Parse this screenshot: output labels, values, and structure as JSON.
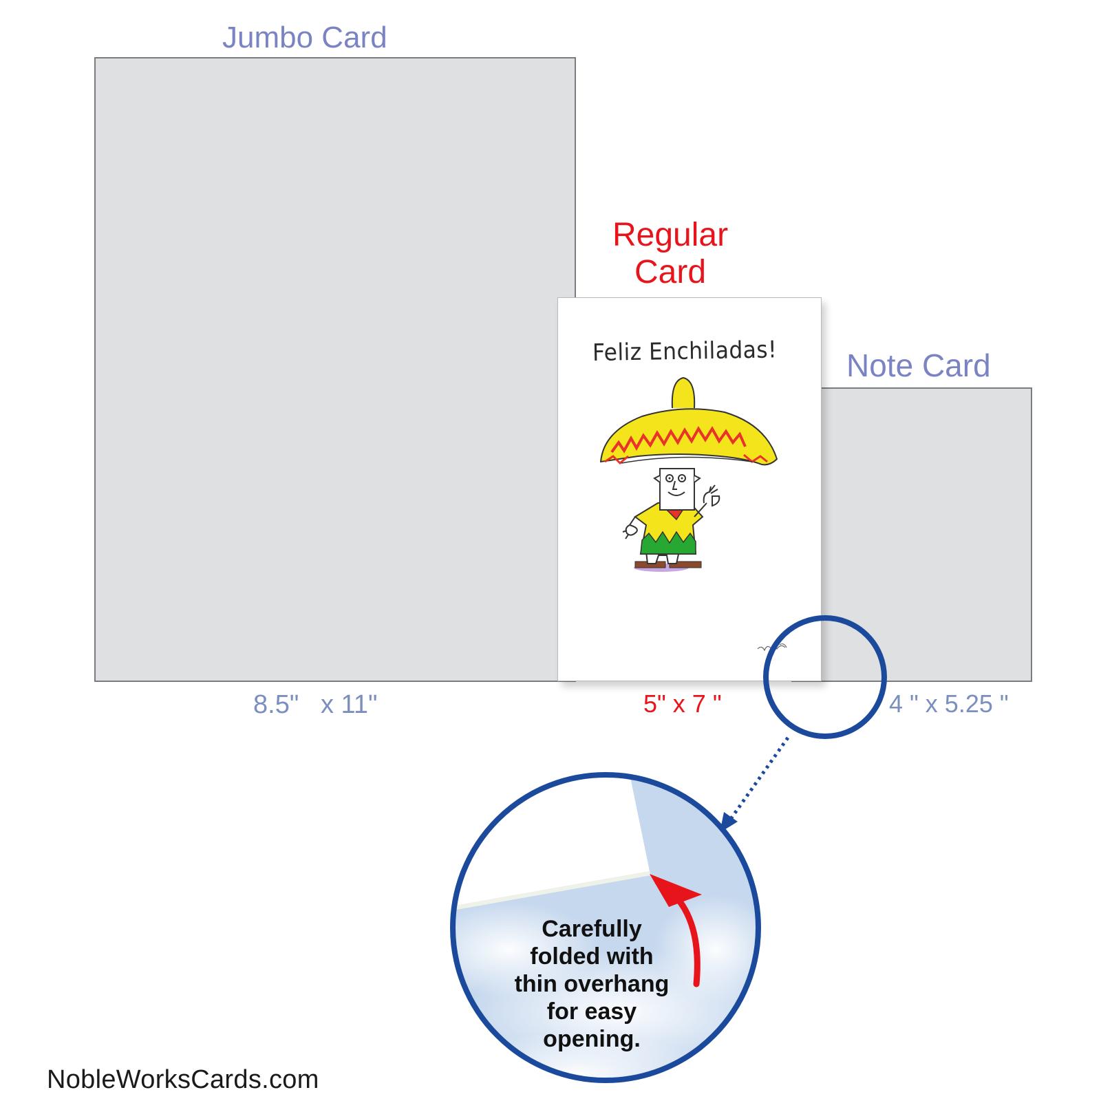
{
  "sizes": {
    "jumbo": {
      "label": "Jumbo Card",
      "dimensions": "8.5\"   x 11\""
    },
    "regular": {
      "label_line1": "Regular",
      "label_line2": "Card",
      "dimensions": "5\" x 7 \""
    },
    "note": {
      "label": "Note Card",
      "dimensions": "4 \" x 5.25 \""
    }
  },
  "card_preview": {
    "greeting": "Feliz Enchiladas!"
  },
  "callout": {
    "caption_lines": [
      "Carefully",
      "folded with",
      "thin overhang",
      "for easy",
      "opening."
    ]
  },
  "footer": {
    "site": "NobleWorksCards.com"
  },
  "colors": {
    "accent_blue": "#1b4a9c",
    "label_blue": "#7b84c2",
    "highlight_red": "#e8141c",
    "card_gray": "#dfe0e2"
  }
}
